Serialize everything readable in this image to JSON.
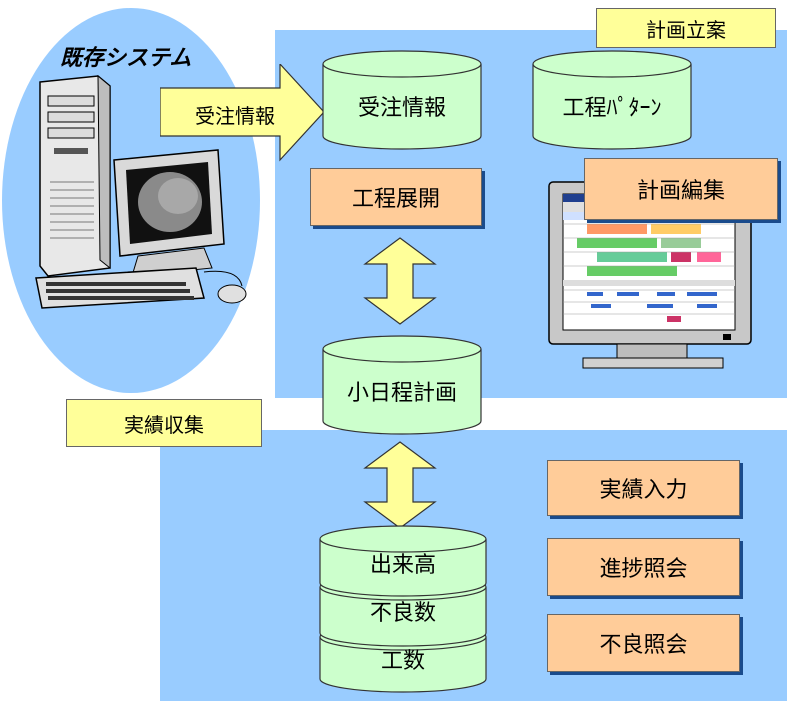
{
  "system": {
    "title": "既存システム",
    "arrow_label": "受注情報"
  },
  "planning": {
    "section_label": "計画立案",
    "order_db": "受注情報",
    "pattern_db": "工程ﾊﾟﾀｰﾝ",
    "expand_label": "工程展開",
    "edit_label": "計画編集",
    "schedule_db": "小日程計画"
  },
  "results": {
    "section_label": "実績収集",
    "db_layers": [
      "出来高",
      "不良数",
      "工数"
    ],
    "actions": [
      "実績入力",
      "進捗照会",
      "不良照会"
    ]
  },
  "colors": {
    "panel": "#99ccff",
    "label_yellow": "#ffff99",
    "label_orange": "#ffcc99",
    "cylinder": "#ccffcc",
    "ellipse": "#99ccff"
  }
}
